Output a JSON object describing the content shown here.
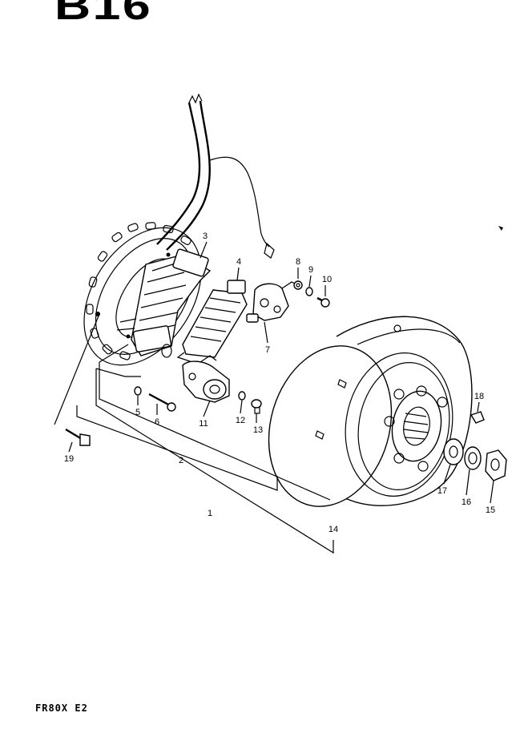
{
  "diagram": {
    "section_code": "B16",
    "model_code": "FR80X E2",
    "parts": [
      {
        "id": "p1",
        "label": "1"
      },
      {
        "id": "p2",
        "label": "2"
      },
      {
        "id": "p3",
        "label": "3"
      },
      {
        "id": "p4",
        "label": "4"
      },
      {
        "id": "p5",
        "label": "5"
      },
      {
        "id": "p6",
        "label": "6"
      },
      {
        "id": "p7",
        "label": "7"
      },
      {
        "id": "p8",
        "label": "8"
      },
      {
        "id": "p9",
        "label": "9"
      },
      {
        "id": "p10",
        "label": "10"
      },
      {
        "id": "p11",
        "label": "11"
      },
      {
        "id": "p12",
        "label": "12"
      },
      {
        "id": "p13",
        "label": "13"
      },
      {
        "id": "p14",
        "label": "14"
      },
      {
        "id": "p15",
        "label": "15"
      },
      {
        "id": "p16",
        "label": "16"
      },
      {
        "id": "p17",
        "label": "17"
      },
      {
        "id": "p18",
        "label": "18"
      },
      {
        "id": "p19",
        "label": "19"
      }
    ]
  }
}
